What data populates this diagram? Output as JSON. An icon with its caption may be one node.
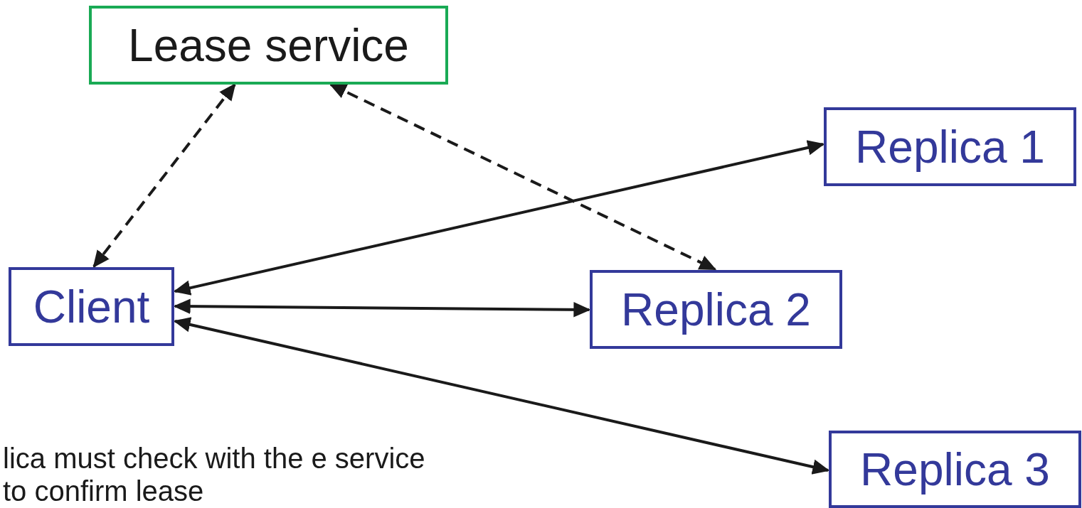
{
  "diagram": {
    "nodes": [
      {
        "text": [
          "Lease service"
        ]
      },
      {
        "text": [
          "Replica 1"
        ]
      },
      {
        "text": [
          "Client"
        ]
      },
      {
        "text": [
          "Replica 2"
        ]
      },
      {
        "text": [
          "Replica 3"
        ]
      }
    ],
    "edges": [
      {
        "from": 0,
        "to": 2,
        "arrow": "both",
        "style": "dashed"
      },
      {
        "from": 0,
        "to": 3,
        "arrow": "both",
        "style": "dashed"
      },
      {
        "from": 2,
        "to": 1,
        "arrow": "both"
      },
      {
        "from": 2,
        "to": 3,
        "arrow": "both"
      },
      {
        "from": 2,
        "to": 4,
        "arrow": "both"
      }
    ],
    "labels": [
      "lica must check with the e service to confirm lease"
    ]
  }
}
